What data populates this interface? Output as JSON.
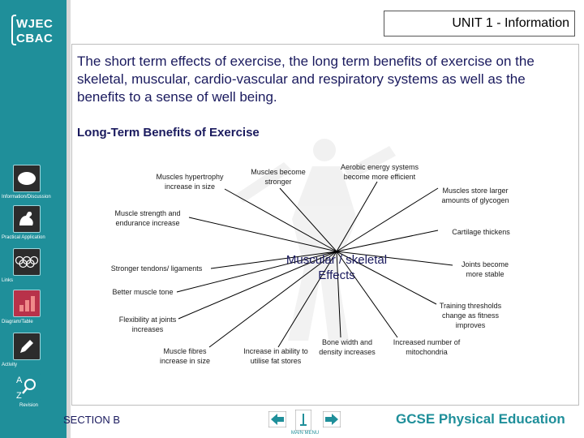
{
  "header": {
    "logo_line1": "WJEC",
    "logo_line2": "CBAC",
    "unit": "UNIT 1 - Information"
  },
  "intro": "The short term effects of exercise, the long term benefits of exercise on the skeletal, muscular, cardio-vascular and respiratory systems as well as the benefits to a sense of well being.",
  "section_title": "Long-Term Benefits of Exercise",
  "diagram": {
    "center": "Muscular / skeletal Effects",
    "labels": [
      "Muscles hypertrophy increase in size",
      "Muscles become stronger",
      "Aerobic energy systems become more efficient",
      "Muscles store larger amounts of glycogen",
      "Muscle strength and endurance increase",
      "Cartilage thickens",
      "Stronger tendons/ ligaments",
      "Joints become more stable",
      "Better muscle tone",
      "Training thresholds change as fitness improves",
      "Flexibility at joints increases",
      "Muscle fibres increase in size",
      "Increase in ability to utilise fat stores",
      "Bone width and density increases",
      "Increased number of mitochondria"
    ]
  },
  "sidebar": {
    "items": [
      {
        "label": "Information/Discussion",
        "icon": "speech-bubble-icon"
      },
      {
        "label": "Practical Application",
        "icon": "flexed-arm-icon"
      },
      {
        "label": "Links",
        "icon": "olympic-rings-icon"
      },
      {
        "label": "Diagram/Table",
        "icon": "bar-chart-icon"
      },
      {
        "label": "Activity",
        "icon": "pencil-icon"
      },
      {
        "label": "Revision",
        "icon": "a-to-z-icon"
      }
    ]
  },
  "footer": {
    "section": "SECTION B",
    "main_menu": "MAIN MENU",
    "brand": "GCSE Physical Education"
  },
  "colors": {
    "sidebar": "#1f8f9a",
    "text_blue": "#1a1a5e"
  }
}
